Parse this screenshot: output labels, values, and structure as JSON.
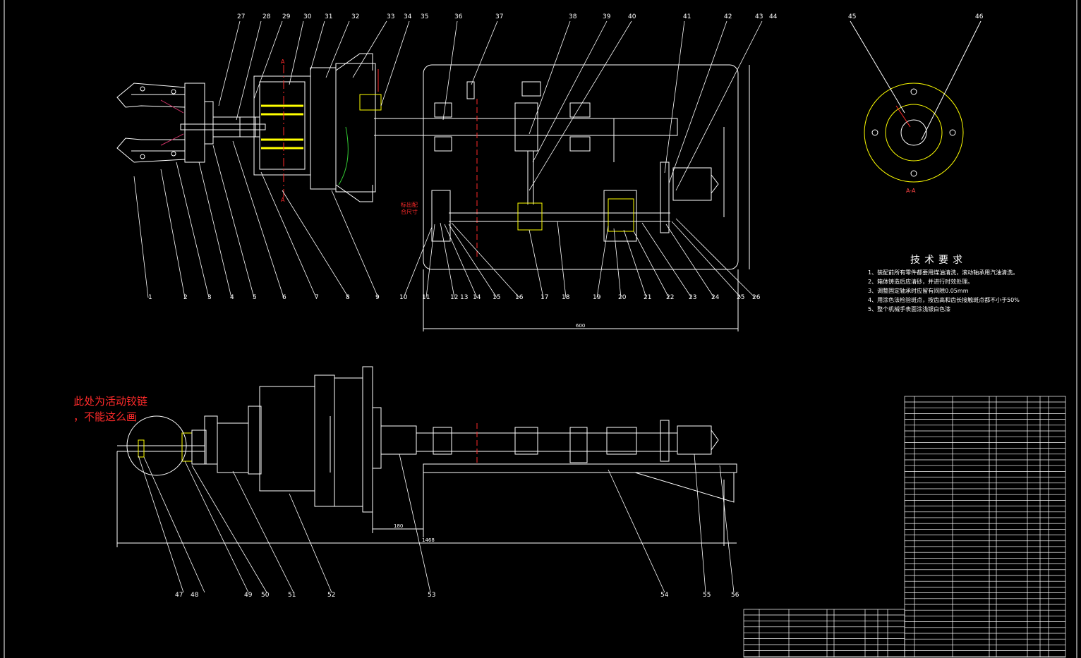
{
  "drawing": {
    "background": "#000000",
    "line_color": "#ffffff",
    "accent_colors": {
      "red": "#ff2a2a",
      "yellow": "#ffff00",
      "green": "#33cc33",
      "magenta": "#cc3366",
      "cyan": "#00ffff"
    }
  },
  "balloons_top": [
    "27",
    "28",
    "29",
    "30",
    "31",
    "32",
    "33",
    "34",
    "35",
    "36",
    "37",
    "38",
    "39",
    "40",
    "41",
    "42",
    "43",
    "44",
    "45",
    "46"
  ],
  "balloons_bottom_upper": [
    "1",
    "2",
    "3",
    "4",
    "5",
    "6",
    "7",
    "8",
    "9",
    "10",
    "11",
    "12",
    "13",
    "14",
    "15",
    "16",
    "17",
    "18",
    "19",
    "20",
    "21",
    "22",
    "23",
    "24",
    "25",
    "26"
  ],
  "balloons_bottom_lower": [
    "47",
    "48",
    "49",
    "50",
    "51",
    "52",
    "53",
    "54",
    "55",
    "56"
  ],
  "section_label": "A-A",
  "section_marks": [
    "A",
    "A"
  ],
  "dimensions": {
    "top_width": "600",
    "bottom_length": "1468",
    "bottom_offset": "180"
  },
  "tech_requirements": {
    "title": "技术要求",
    "items": [
      "1、装配前所有零件都要用煤油清洗，滚动轴承用汽油清洗。",
      "2、箱体铸造后应清砂，并进行时效处理。",
      "3、调整固定轴承时应留有间隙0.05mm",
      "4、用涂色法检验斑点，按齿高和齿长接触斑点都不小于50%",
      "5、整个机械手表面涂浅银白色漆"
    ]
  },
  "red_note": {
    "line1": "此处为活动铰链",
    "line2": "，不能这么画"
  },
  "red_label": {
    "line1": "标出配",
    "line2": "合尺寸"
  }
}
